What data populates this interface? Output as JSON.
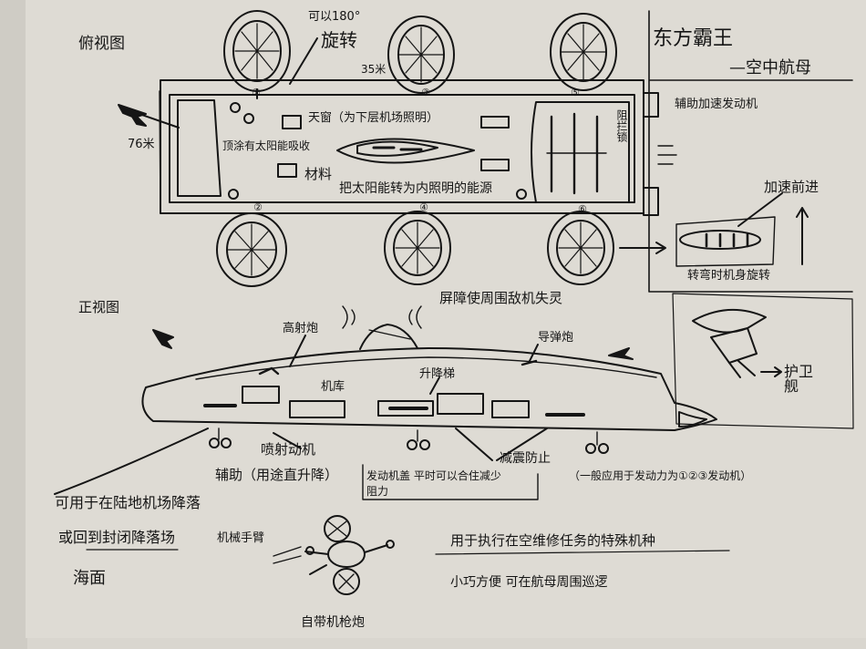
{
  "colors": {
    "paper": "#dedbd4",
    "ink": "#151515"
  },
  "icon_names": [
    "jet-icon",
    "fan-rotor-icon",
    "radar-dome-icon",
    "drone-icon",
    "lock-icon"
  ],
  "title": {
    "line1": "东方霸王",
    "line2": "—空中航母"
  },
  "top_view": {
    "label": "俯视图",
    "width_label": "76米",
    "length_label": "35米",
    "rotate_note": "可以180°",
    "rotate_label": "旋转",
    "engine_numbers": [
      "①",
      "③",
      "⑤",
      "②",
      "④",
      "⑥"
    ],
    "skylight_label": "天窗（为下层机场照明）",
    "solar_label": "顶涂有太阳能吸收",
    "material_label": "材料",
    "material_desc": "把太阳能转为内照明的能源",
    "lock_label": "阻拦锁",
    "aux_engine_label": "辅助加速发动机",
    "accel_label": "加速前进",
    "turn_label": "转弯时机身旋转",
    "escort_label": "护卫舰"
  },
  "front_view": {
    "label": "正视图",
    "radar_label": "屏障使周围敌机失灵",
    "aa_gun_label": "高射炮",
    "missile_label": "导弹炮",
    "hangar_label": "机库",
    "elevator_label": "升降梯",
    "jet_engine_label": "喷射动机",
    "aux_note": "辅助（用途直升降）",
    "hatch_label": "发动机盖 平时可以合住减少阻力",
    "landing_label": "减震防止",
    "wheel_note": "（一般应用于发动力为①②③发动机）",
    "land_note1": "可用于在陆地机场降落",
    "land_note2": "或回到封闭降落场",
    "sea_label": "海面"
  },
  "drone": {
    "arm_label": "机械手臂",
    "gun_label": "自带机枪炮",
    "desc_line1": "用于执行在空维修任务的特殊机种",
    "desc_line2": "小巧方便 可在航母周围巡逻"
  }
}
